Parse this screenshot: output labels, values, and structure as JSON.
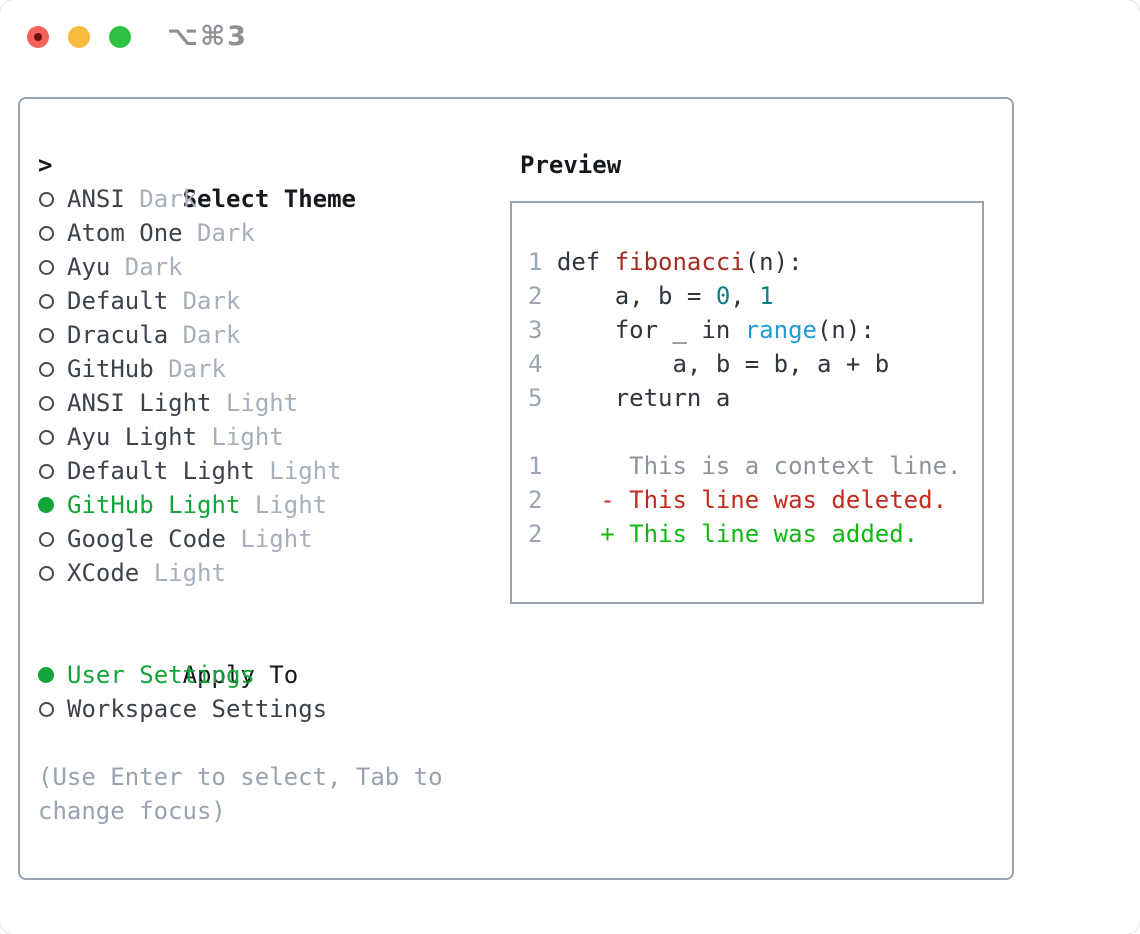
{
  "window": {
    "title": "⌥⌘3",
    "traffic_lights": [
      "close",
      "minimize",
      "zoom"
    ]
  },
  "colors": {
    "ink": "#15181c",
    "item": "#3d434b",
    "muted": "#a7afbb",
    "help": "#99a3b0",
    "green": "#14a53a",
    "added": "#12b812",
    "deleted": "#c4291d",
    "func": "#a42c21",
    "lit": "#0b8087",
    "builtin": "#209bd8",
    "code": "#2f353c",
    "linenum": "#9aa5b1",
    "context": "#8d939c",
    "border": "#98a2ad",
    "tl-red": "#f4635b",
    "tl-yellow": "#f7bc3d",
    "tl-green": "#30c143"
  },
  "theme_panel": {
    "header_prefix": ">",
    "header": "Select Theme",
    "themes": [
      {
        "name": "ANSI",
        "variant": "Dark",
        "selected": false
      },
      {
        "name": "Atom One",
        "variant": "Dark",
        "selected": false
      },
      {
        "name": "Ayu",
        "variant": "Dark",
        "selected": false
      },
      {
        "name": "Default",
        "variant": "Dark",
        "selected": false
      },
      {
        "name": "Dracula",
        "variant": "Dark",
        "selected": false
      },
      {
        "name": "GitHub",
        "variant": "Dark",
        "selected": false
      },
      {
        "name": "ANSI Light",
        "variant": "Light",
        "selected": false
      },
      {
        "name": "Ayu Light",
        "variant": "Light",
        "selected": false
      },
      {
        "name": "Default Light",
        "variant": "Light",
        "selected": false
      },
      {
        "name": "GitHub Light",
        "variant": "Light",
        "selected": true
      },
      {
        "name": "Google Code",
        "variant": "Light",
        "selected": false
      },
      {
        "name": "XCode",
        "variant": "Light",
        "selected": false
      }
    ],
    "apply_header": "Apply To",
    "apply_options": [
      {
        "label": "User Settings",
        "selected": true
      },
      {
        "label": "Workspace Settings",
        "selected": false
      }
    ],
    "help_line1": "(Use Enter to select, Tab to",
    "help_line2": "change focus)"
  },
  "preview": {
    "header": "Preview",
    "lines": [
      {
        "num": "1",
        "kind": "code-line",
        "segs": [
          [
            "def ",
            "code"
          ],
          [
            "fibonacci",
            "func"
          ],
          [
            "(n):",
            "code"
          ]
        ]
      },
      {
        "num": "2",
        "kind": "code-line",
        "segs": [
          [
            "    a, b = ",
            "code"
          ],
          [
            "0",
            "lit"
          ],
          [
            ", ",
            "code"
          ],
          [
            "1",
            "lit"
          ]
        ]
      },
      {
        "num": "3",
        "kind": "code-line",
        "segs": [
          [
            "    for _ in ",
            "code"
          ],
          [
            "range",
            "builtin"
          ],
          [
            "(n):",
            "code"
          ]
        ]
      },
      {
        "num": "4",
        "kind": "code-line",
        "segs": [
          [
            "        a, b = b, a + b",
            "code"
          ]
        ]
      },
      {
        "num": "5",
        "kind": "code-line",
        "segs": [
          [
            "    return a",
            "code"
          ]
        ]
      },
      {
        "num": "",
        "kind": "blank-line",
        "segs": []
      },
      {
        "num": "1",
        "kind": "diff-line-context",
        "segs": [
          [
            "     This is a context line.",
            "context"
          ]
        ]
      },
      {
        "num": "2",
        "kind": "diff-line-deleted",
        "segs": [
          [
            "   - This line was deleted.",
            "deleted"
          ]
        ]
      },
      {
        "num": "2",
        "kind": "diff-line-added",
        "segs": [
          [
            "   + This line was added.",
            "added"
          ]
        ]
      }
    ]
  }
}
